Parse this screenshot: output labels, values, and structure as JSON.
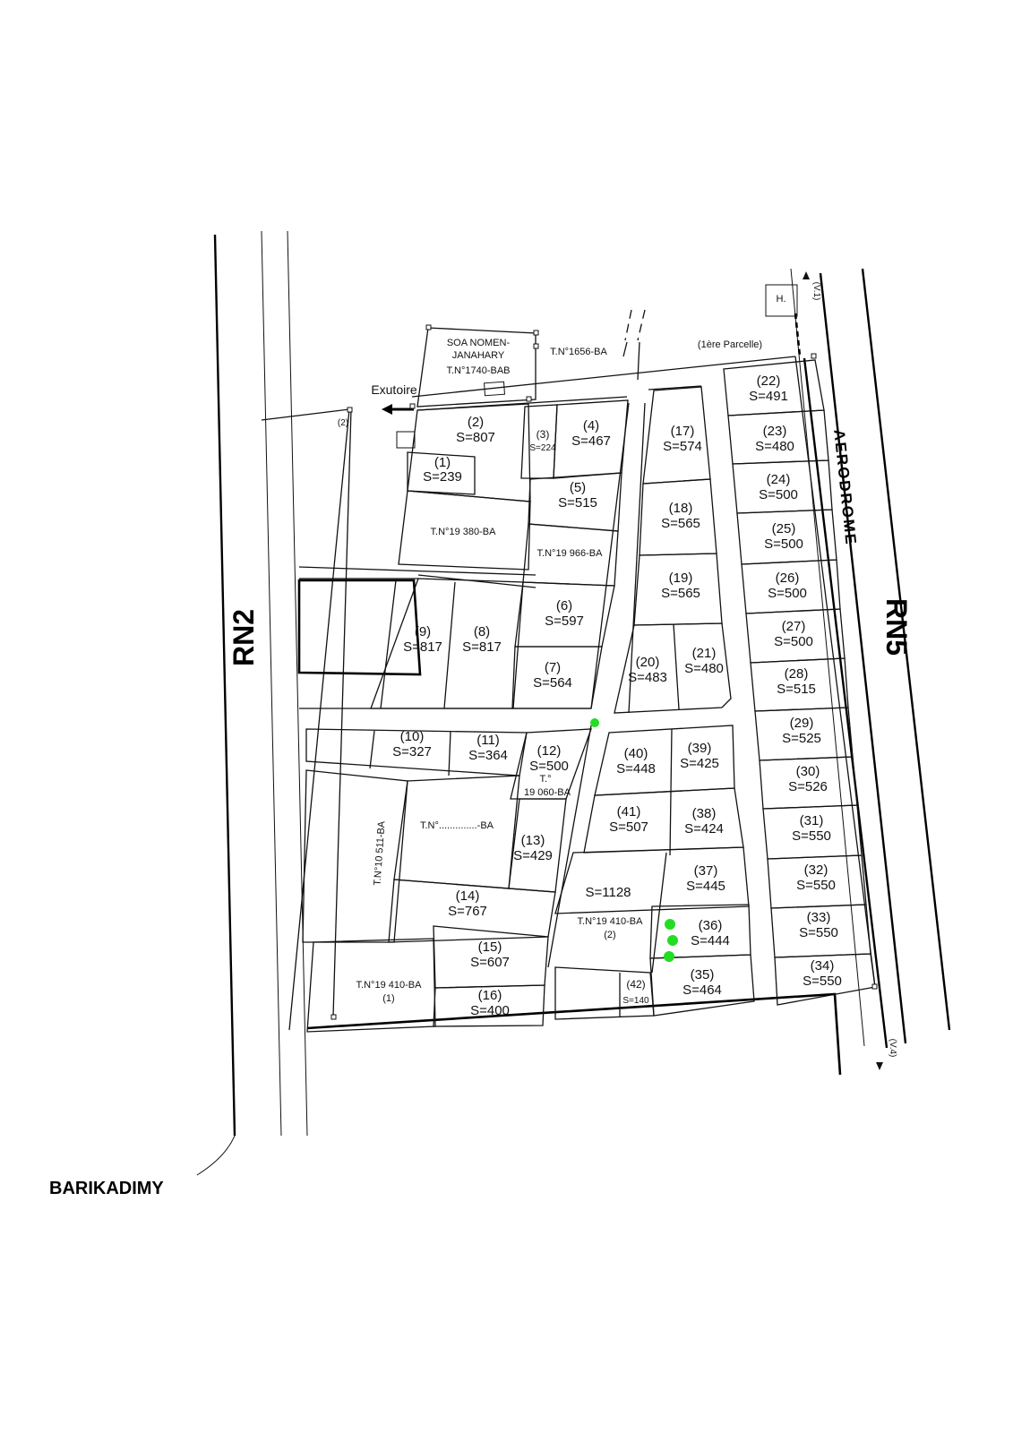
{
  "roads": {
    "rn2": "RN2",
    "rn5": "RN5",
    "aerodrome": "AERODROME",
    "barikadimy": "BARIKADIMY",
    "exutoire": "Exutoire"
  },
  "annotations": {
    "soa_1": "SOA NOMEN-",
    "soa_2": "JANAHARY",
    "soa_3": "T.N°1740-BAB",
    "tn1656": "T.N°1656-BA",
    "premiere_parcelle": "(1ère Parcelle)",
    "h_box": "H.",
    "v1": "(V.1)",
    "v4": "(V.4)",
    "node_2": "(2)",
    "tn19380": "T.N°19 380-BA",
    "tn19966": "T.N°19 966-BA",
    "tn10511": "T.N°10 511-BA",
    "tn_blank": "T.N°..............-BA",
    "tn19060_1": "T.°",
    "tn19060_2": "19 060-BA",
    "tn19410_1_a": "T.N°19 410-BA",
    "tn19410_1_b": "(1)",
    "tn19410_2_a": "T.N°19 410-BA",
    "tn19410_2_b": "(2)",
    "s1128": "S=1128"
  },
  "parcels": [
    {
      "id": "(1)",
      "area": "S=239"
    },
    {
      "id": "(2)",
      "area": "S=807"
    },
    {
      "id": "(3)",
      "area": "S=224"
    },
    {
      "id": "(4)",
      "area": "S=467"
    },
    {
      "id": "(5)",
      "area": "S=515"
    },
    {
      "id": "(6)",
      "area": "S=597"
    },
    {
      "id": "(7)",
      "area": "S=564"
    },
    {
      "id": "(8)",
      "area": "S=817"
    },
    {
      "id": "(9)",
      "area": "S=817"
    },
    {
      "id": "(10)",
      "area": "S=327"
    },
    {
      "id": "(11)",
      "area": "S=364"
    },
    {
      "id": "(12)",
      "area": "S=500"
    },
    {
      "id": "(13)",
      "area": "S=429"
    },
    {
      "id": "(14)",
      "area": "S=767"
    },
    {
      "id": "(15)",
      "area": "S=607"
    },
    {
      "id": "(16)",
      "area": "S=400"
    },
    {
      "id": "(17)",
      "area": "S=574"
    },
    {
      "id": "(18)",
      "area": "S=565"
    },
    {
      "id": "(19)",
      "area": "S=565"
    },
    {
      "id": "(20)",
      "area": "S=483"
    },
    {
      "id": "(21)",
      "area": "S=480"
    },
    {
      "id": "(22)",
      "area": "S=491"
    },
    {
      "id": "(23)",
      "area": "S=480"
    },
    {
      "id": "(24)",
      "area": "S=500"
    },
    {
      "id": "(25)",
      "area": "S=500"
    },
    {
      "id": "(26)",
      "area": "S=500"
    },
    {
      "id": "(27)",
      "area": "S=500"
    },
    {
      "id": "(28)",
      "area": "S=515"
    },
    {
      "id": "(29)",
      "area": "S=525"
    },
    {
      "id": "(30)",
      "area": "S=526"
    },
    {
      "id": "(31)",
      "area": "S=550"
    },
    {
      "id": "(32)",
      "area": "S=550"
    },
    {
      "id": "(33)",
      "area": "S=550"
    },
    {
      "id": "(34)",
      "area": "S=550"
    },
    {
      "id": "(35)",
      "area": "S=464"
    },
    {
      "id": "(36)",
      "area": "S=444"
    },
    {
      "id": "(37)",
      "area": "S=445"
    },
    {
      "id": "(38)",
      "area": "S=424"
    },
    {
      "id": "(39)",
      "area": "S=425"
    },
    {
      "id": "(40)",
      "area": "S=448"
    },
    {
      "id": "(41)",
      "area": "S=507"
    },
    {
      "id": "(42)",
      "area": "S=140"
    }
  ],
  "colors": {
    "marker": "#22dd22",
    "ink": "#111111"
  }
}
